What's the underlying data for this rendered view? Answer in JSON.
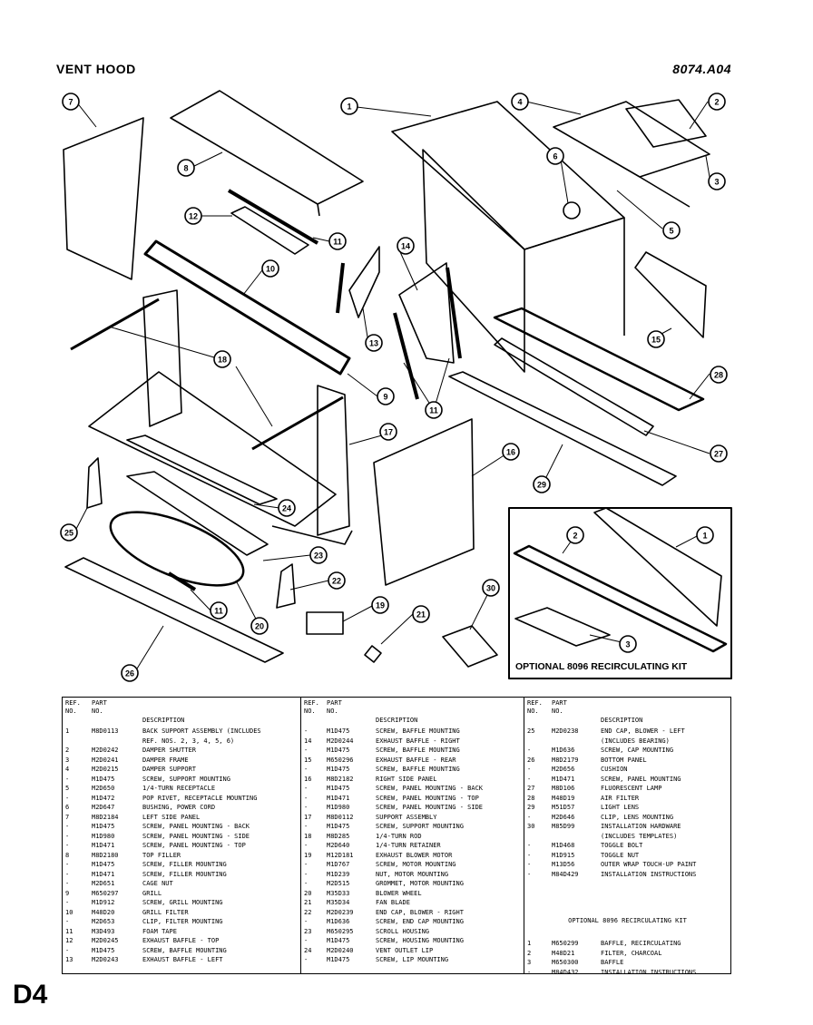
{
  "header": {
    "title": "VENT HOOD",
    "code": "8074.A04"
  },
  "page_number": "D4",
  "optional_kit_label": "OPTIONAL 8096 RECIRCULATING KIT",
  "callouts": [
    "7",
    "8",
    "1",
    "4",
    "2",
    "6",
    "3",
    "5",
    "12",
    "11",
    "14",
    "10",
    "13",
    "15",
    "18",
    "9",
    "11",
    "28",
    "17",
    "16",
    "27",
    "29",
    "24",
    "25",
    "23",
    "22",
    "11",
    "19",
    "21",
    "20",
    "30",
    "26",
    "1",
    "2",
    "3"
  ],
  "table_headers": {
    "ref": "REF.",
    "no": "NO.",
    "part": "PART",
    "part_no": "NO.",
    "description": "DESCRIPTION"
  },
  "table_a": [
    {
      "ref": "1",
      "part": "M8D0113",
      "desc": "BACK SUPPORT ASSEMBLY (INCLUDES"
    },
    {
      "ref": "",
      "part": "",
      "desc": "REF. NOS. 2, 3, 4, 5, 6)"
    },
    {
      "ref": "2",
      "part": "M2D0242",
      "desc": "DAMPER SHUTTER"
    },
    {
      "ref": "3",
      "part": "M2D0241",
      "desc": "DAMPER FRAME"
    },
    {
      "ref": "4",
      "part": "M2D0215",
      "desc": "DAMPER SUPPORT"
    },
    {
      "ref": "-",
      "part": "M1D475",
      "desc": "SCREW, SUPPORT MOUNTING"
    },
    {
      "ref": "5",
      "part": "M2D650",
      "desc": "1/4-TURN RECEPTACLE"
    },
    {
      "ref": "-",
      "part": "M1D472",
      "desc": "POP RIVET, RECEPTACLE MOUNTING"
    },
    {
      "ref": "6",
      "part": "M2D647",
      "desc": "BUSHING, POWER CORD"
    },
    {
      "ref": "7",
      "part": "M8D2184",
      "desc": "LEFT SIDE PANEL"
    },
    {
      "ref": "-",
      "part": "M1D475",
      "desc": "SCREW, PANEL MOUNTING - BACK"
    },
    {
      "ref": "-",
      "part": "M1D980",
      "desc": "SCREW, PANEL MOUNTING - SIDE"
    },
    {
      "ref": "-",
      "part": "M1D471",
      "desc": "SCREW, PANEL MOUNTING - TOP"
    },
    {
      "ref": "8",
      "part": "M8D2180",
      "desc": "TOP FILLER"
    },
    {
      "ref": "-",
      "part": "M1D475",
      "desc": "SCREW, FILLER MOUNTING"
    },
    {
      "ref": "-",
      "part": "M1D471",
      "desc": "SCREW, FILLER MOUNTING"
    },
    {
      "ref": "-",
      "part": "M2D651",
      "desc": "CAGE NUT"
    },
    {
      "ref": "9",
      "part": "M650297",
      "desc": "GRILL"
    },
    {
      "ref": "-",
      "part": "M1D912",
      "desc": "SCREW, GRILL MOUNTING"
    },
    {
      "ref": "10",
      "part": "M48D20",
      "desc": "GRILL FILTER"
    },
    {
      "ref": "-",
      "part": "M2D653",
      "desc": "CLIP, FILTER MOUNTING"
    },
    {
      "ref": "11",
      "part": "M3D493",
      "desc": "FOAM TAPE"
    },
    {
      "ref": "12",
      "part": "M2D0245",
      "desc": "EXHAUST BAFFLE - TOP"
    },
    {
      "ref": "-",
      "part": "M1D475",
      "desc": "SCREW, BAFFLE MOUNTING"
    },
    {
      "ref": "13",
      "part": "M2D0243",
      "desc": "EXHAUST BAFFLE - LEFT"
    }
  ],
  "table_b": [
    {
      "ref": "-",
      "part": "M1D475",
      "desc": "SCREW, BAFFLE MOUNTING"
    },
    {
      "ref": "14",
      "part": "M2D0244",
      "desc": "EXHAUST BAFFLE - RIGHT"
    },
    {
      "ref": "-",
      "part": "M1D475",
      "desc": "SCREW, BAFFLE MOUNTING"
    },
    {
      "ref": "15",
      "part": "M650296",
      "desc": "EXHAUST BAFFLE - REAR"
    },
    {
      "ref": "-",
      "part": "M1D475",
      "desc": "SCREW, BAFFLE MOUNTING"
    },
    {
      "ref": "16",
      "part": "M8D2182",
      "desc": "RIGHT SIDE PANEL"
    },
    {
      "ref": "-",
      "part": "M1D475",
      "desc": "SCREW, PANEL MOUNTING - BACK"
    },
    {
      "ref": "-",
      "part": "M1D471",
      "desc": "SCREW, PANEL MOUNTING - TOP"
    },
    {
      "ref": "-",
      "part": "M1D980",
      "desc": "SCREW, PANEL MOUNTING - SIDE"
    },
    {
      "ref": "17",
      "part": "M8D0112",
      "desc": "SUPPORT ASSEMBLY"
    },
    {
      "ref": "-",
      "part": "M1D475",
      "desc": "SCREW, SUPPORT MOUNTING"
    },
    {
      "ref": "18",
      "part": "M8D285",
      "desc": "1/4-TURN ROD"
    },
    {
      "ref": "-",
      "part": "M2D640",
      "desc": "1/4-TURN RETAINER"
    },
    {
      "ref": "19",
      "part": "M12D181",
      "desc": "EXHAUST BLOWER MOTOR"
    },
    {
      "ref": "-",
      "part": "M1D767",
      "desc": "SCREW, MOTOR MOUNTING"
    },
    {
      "ref": "-",
      "part": "M1D239",
      "desc": "NUT, MOTOR MOUNTING"
    },
    {
      "ref": "-",
      "part": "M2D515",
      "desc": "GROMMET, MOTOR MOUNTING"
    },
    {
      "ref": "20",
      "part": "M35D33",
      "desc": "BLOWER WHEEL"
    },
    {
      "ref": "21",
      "part": "M35D34",
      "desc": "FAN BLADE"
    },
    {
      "ref": "22",
      "part": "M2D0239",
      "desc": "END CAP, BLOWER - RIGHT"
    },
    {
      "ref": "-",
      "part": "M1D636",
      "desc": "SCREW, END CAP MOUNTING"
    },
    {
      "ref": "23",
      "part": "M650295",
      "desc": "SCROLL HOUSING"
    },
    {
      "ref": "-",
      "part": "M1D475",
      "desc": "SCREW, HOUSING MOUNTING"
    },
    {
      "ref": "24",
      "part": "M2D0240",
      "desc": "VENT OUTLET LIP"
    },
    {
      "ref": "-",
      "part": "M1D475",
      "desc": "SCREW, LIP MOUNTING"
    }
  ],
  "table_c": [
    {
      "ref": "25",
      "part": "M2D0238",
      "desc": "END CAP, BLOWER - LEFT"
    },
    {
      "ref": "",
      "part": "",
      "desc": "(INCLUDES BEARING)"
    },
    {
      "ref": "-",
      "part": "M1D636",
      "desc": "SCREW, CAP MOUNTING"
    },
    {
      "ref": "26",
      "part": "M8D2179",
      "desc": "BOTTOM PANEL"
    },
    {
      "ref": "-",
      "part": "M2D656",
      "desc": "CUSHION"
    },
    {
      "ref": "-",
      "part": "M1D471",
      "desc": "SCREW, PANEL MOUNTING"
    },
    {
      "ref": "27",
      "part": "M8D106",
      "desc": "FLUORESCENT LAMP"
    },
    {
      "ref": "28",
      "part": "M48D19",
      "desc": "AIR FILTER"
    },
    {
      "ref": "29",
      "part": "M51D57",
      "desc": "LIGHT LENS"
    },
    {
      "ref": "-",
      "part": "M2D646",
      "desc": "CLIP, LENS MOUNTING"
    },
    {
      "ref": "30",
      "part": "M85D99",
      "desc": "INSTALLATION HARDWARE"
    },
    {
      "ref": "",
      "part": "",
      "desc": "(INCLUDES TEMPLATES)"
    },
    {
      "ref": "-",
      "part": "M1D468",
      "desc": "TOGGLE BOLT"
    },
    {
      "ref": "-",
      "part": "M1D915",
      "desc": "TOGGLE NUT"
    },
    {
      "ref": "-",
      "part": "M13D56",
      "desc": "OUTER WRAP TOUCH-UP PAINT"
    },
    {
      "ref": "-",
      "part": "M84D429",
      "desc": "INSTALLATION INSTRUCTIONS"
    }
  ],
  "kit_title": "OPTIONAL 8096 RECIRCULATING KIT",
  "kit_rows": [
    {
      "ref": "1",
      "part": "M650299",
      "desc": "BAFFLE, RECIRCULATING"
    },
    {
      "ref": "2",
      "part": "M48D21",
      "desc": "FILTER, CHARCOAL"
    },
    {
      "ref": "3",
      "part": "M650300",
      "desc": "BAFFLE"
    },
    {
      "ref": "-",
      "part": "M84D432",
      "desc": "INSTALLATION INSTRUCTIONS"
    }
  ]
}
